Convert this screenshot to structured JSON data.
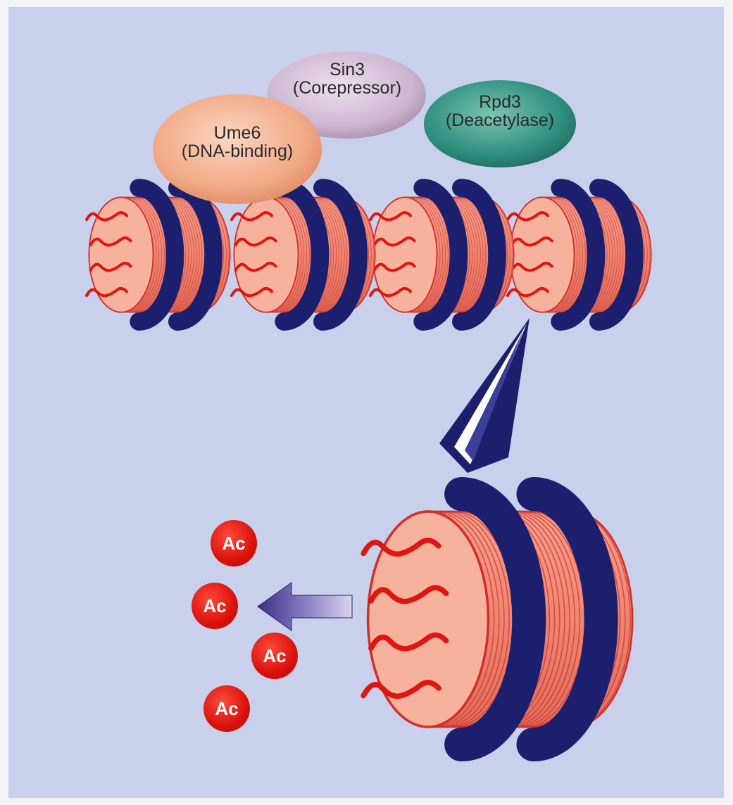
{
  "proteins": [
    {
      "id": "sin3",
      "name": "Sin3",
      "role": "(Corepressor)"
    },
    {
      "id": "rpd3",
      "name": "Rpd3",
      "role": "(Deacetylase)"
    },
    {
      "id": "ume6",
      "name": "Ume6",
      "role": "(DNA-binding)"
    }
  ],
  "acetyl_groups": [
    "Ac",
    "Ac",
    "Ac",
    "Ac"
  ],
  "colors": {
    "background": "#c9d0ec",
    "frame": "#f3f3f6",
    "histone_face": "#f7b29d",
    "histone_side": "#ef8a78",
    "histone_stripe": "#d0302a",
    "dna_wrap": "#1c1f6e",
    "histone_tail": "#e0150f",
    "acetyl": "#d9120c",
    "sin3": "#cdb7cf",
    "rpd3": "#2f8f7e",
    "ume6": "#f1a985"
  }
}
